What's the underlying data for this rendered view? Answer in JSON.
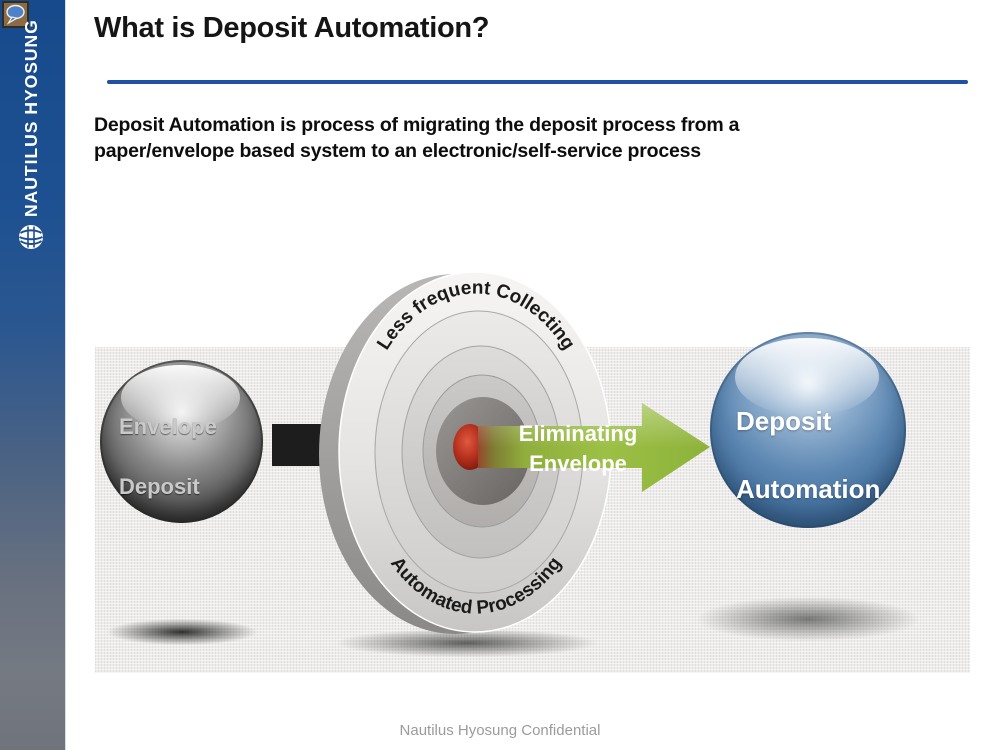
{
  "slide": {
    "title": "What is Deposit Automation?",
    "subtitle_line1": "Deposit Automation is process of migrating the deposit process from a",
    "subtitle_line2": "paper/envelope based system to an electronic/self-service process",
    "footer": "Nautilus Hyosung Confidential"
  },
  "sidebar": {
    "brand": "NAUTILUS HYOSUNG",
    "icons": [
      "speech-bubble-icon",
      "hyosung-globe-icon"
    ]
  },
  "diagram": {
    "left_node": {
      "label_line1": "Envelope",
      "label_line2": "Deposit"
    },
    "right_node": {
      "label_line1": "Deposit",
      "label_line2": "Automation"
    },
    "disc": {
      "top_text": "Less frequent Collecting",
      "bottom_text": "Automated Processing"
    },
    "arrow": {
      "label_line1": "Eliminating",
      "label_line2": "Envelope"
    }
  },
  "colors": {
    "accent_rule_blue": "#1D52A4",
    "sidebar_blue_top": "#164A8C",
    "sidebar_gray_bottom": "#75797F",
    "arrow_green": "#9CBF45",
    "sphere_blue": "#45729F",
    "sphere_gray": "#565656",
    "disc_center_red": "#B5301D"
  }
}
